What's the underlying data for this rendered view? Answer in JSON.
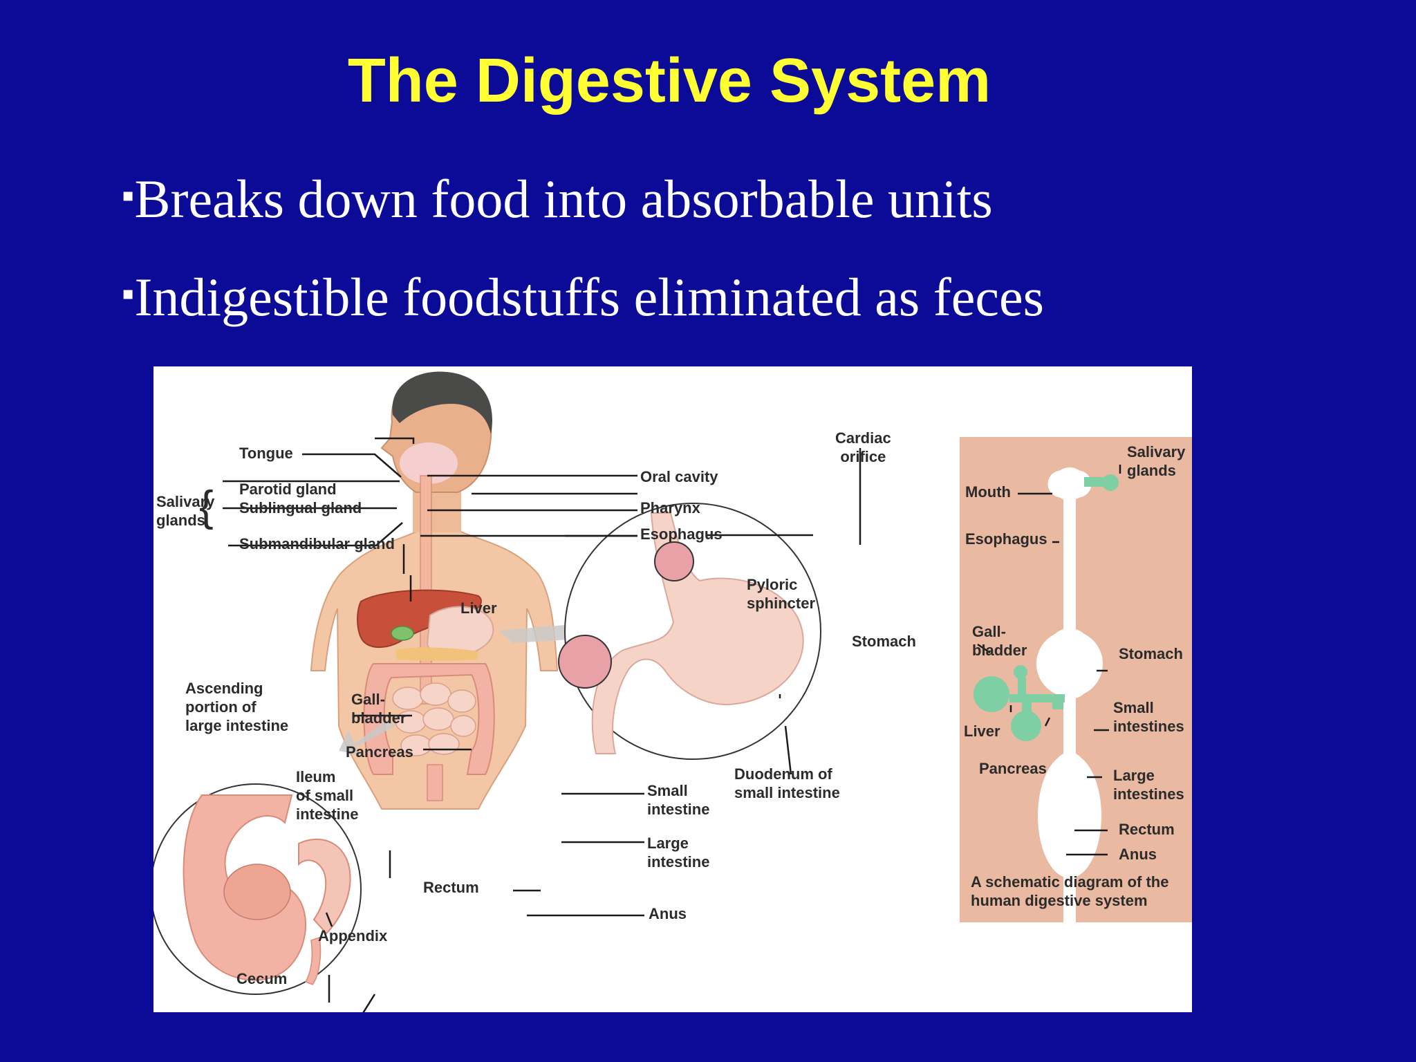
{
  "slide": {
    "title": "The Digestive System",
    "bullet_marker": "▪",
    "bullets": [
      "Breaks down food into absorbable units",
      "Indigestible foodstuffs eliminated as feces"
    ]
  },
  "figure": {
    "main_labels": {
      "tongue": "Tongue",
      "salivary_glands": "Salivary\nglands",
      "parotid_gland": "Parotid gland",
      "sublingual_gland": "Sublingual gland",
      "submandibular_gland": "Submandibular gland",
      "oral_cavity": "Oral cavity",
      "pharynx": "Pharynx",
      "esophagus": "Esophagus",
      "liver": "Liver",
      "gallbladder": "Gall-\nbladder",
      "pancreas": "Pancreas",
      "small_intestine": "Small\nintestine",
      "large_intestine": "Large\nintestine",
      "rectum": "Rectum",
      "anus": "Anus"
    },
    "stomach_inset": {
      "cardiac_orifice": "Cardiac\norifice",
      "pyloric_sphincter": "Pyloric\nsphincter",
      "stomach": "Stomach",
      "duodenum": "Duodenum of\nsmall intestine"
    },
    "intestine_inset": {
      "ascending_portion": "Ascending\nportion of\nlarge intestine",
      "ileum": "Ileum\nof small\nintestine",
      "appendix": "Appendix",
      "cecum": "Cecum"
    },
    "schematic": {
      "salivary_glands": "Salivary\nglands",
      "mouth": "Mouth",
      "esophagus": "Esophagus",
      "gallbladder": "Gall-\nbladder",
      "stomach": "Stomach",
      "liver": "Liver",
      "small_intestines": "Small\nintestines",
      "pancreas": "Pancreas",
      "large_intestines": "Large\nintestines",
      "rectum": "Rectum",
      "anus": "Anus",
      "caption": "A schematic diagram of the\nhuman digestive system"
    },
    "colors": {
      "background": "#0B0B98",
      "title": "#FFFF33",
      "bullet_text": "#FFFFFF",
      "skin": "#F3C7A6",
      "liver": "#C8503A",
      "gland_green": "#7FCFA5",
      "schematic_panel": "#E9B9A2",
      "intestine": "#F2B3A5"
    }
  }
}
